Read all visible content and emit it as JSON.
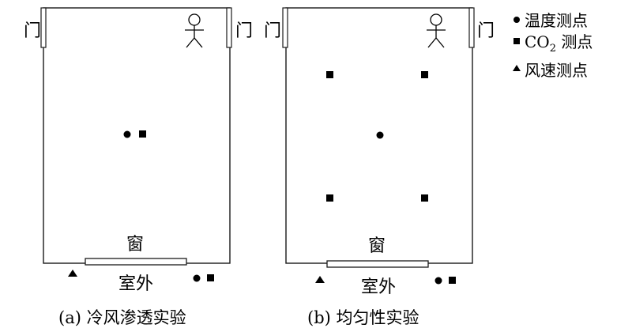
{
  "panels": [
    {
      "door_left_label": "门",
      "door_right_label": "门",
      "window_label": "窗",
      "outside_label": "室外",
      "caption": "(a) 冷风渗透实验"
    },
    {
      "door_left_label": "门",
      "door_right_label": "门",
      "window_label": "窗",
      "outside_label": "室外",
      "caption": "(b) 均匀性实验"
    }
  ],
  "legend": {
    "temperature": {
      "symbol": "circle-icon",
      "label": "温度测点"
    },
    "co2": {
      "symbol": "square-icon",
      "label_main": "CO",
      "label_sub": "2",
      "label_tail": " 测点"
    },
    "wind": {
      "symbol": "triangle-icon",
      "label": "风速测点"
    }
  }
}
